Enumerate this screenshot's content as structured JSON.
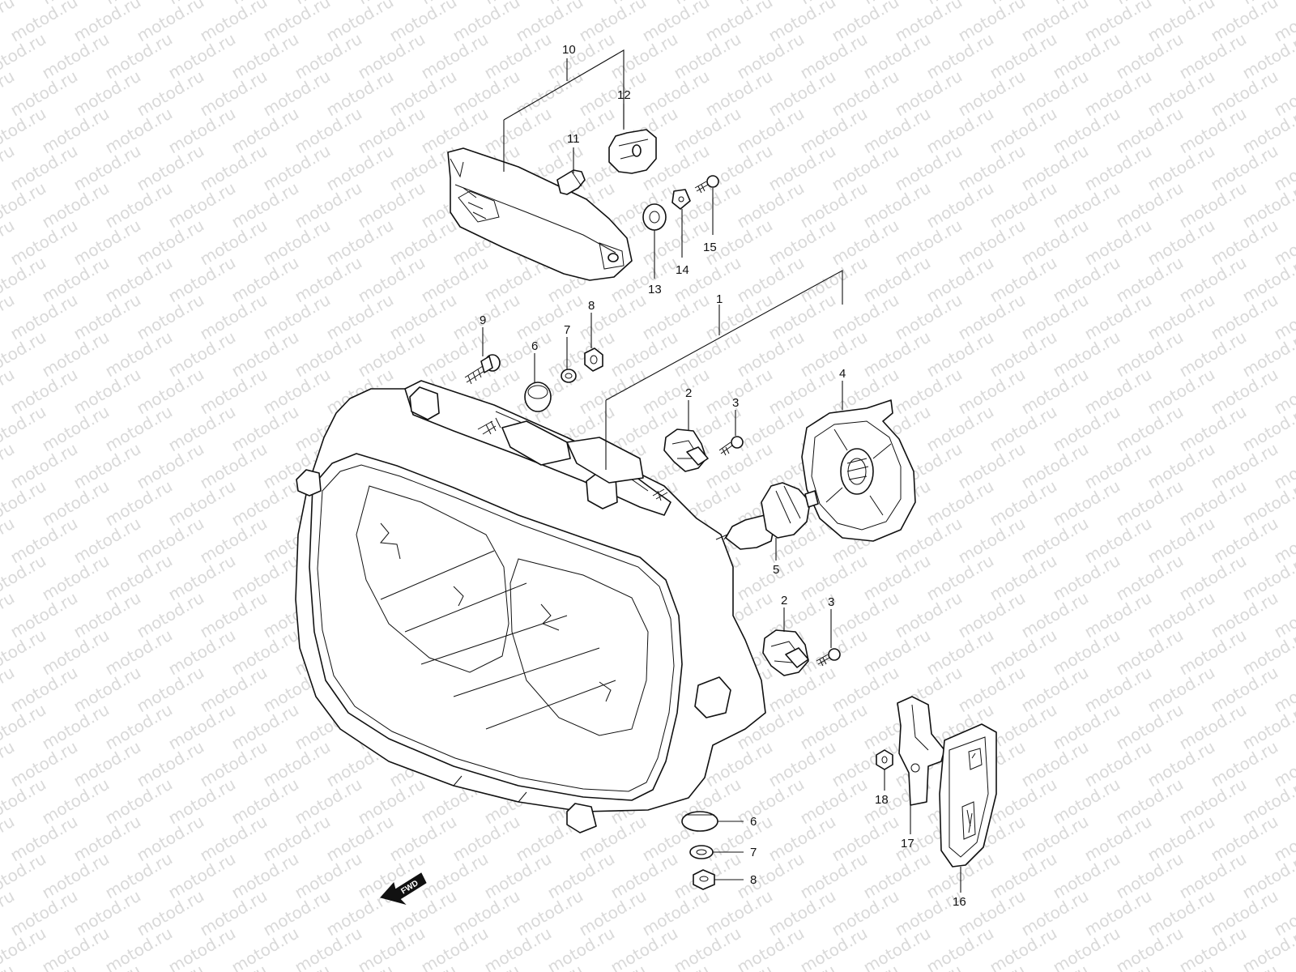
{
  "watermark": "motod.ru",
  "fwd_label": "FWD",
  "labels": {
    "p1": "1",
    "p2a": "2",
    "p2b": "2",
    "p3a": "3",
    "p3b": "3",
    "p4": "4",
    "p5": "5",
    "p6a": "6",
    "p6b": "6",
    "p7a": "7",
    "p7b": "7",
    "p8a": "8",
    "p8b": "8",
    "p9": "9",
    "p10": "10",
    "p11": "11",
    "p12": "12",
    "p13": "13",
    "p14": "14",
    "p15": "15",
    "p16": "16",
    "p17": "17",
    "p18": "18"
  },
  "colors": {
    "line": "#111111",
    "watermark": "#d9d9d9",
    "background": "#ffffff"
  }
}
